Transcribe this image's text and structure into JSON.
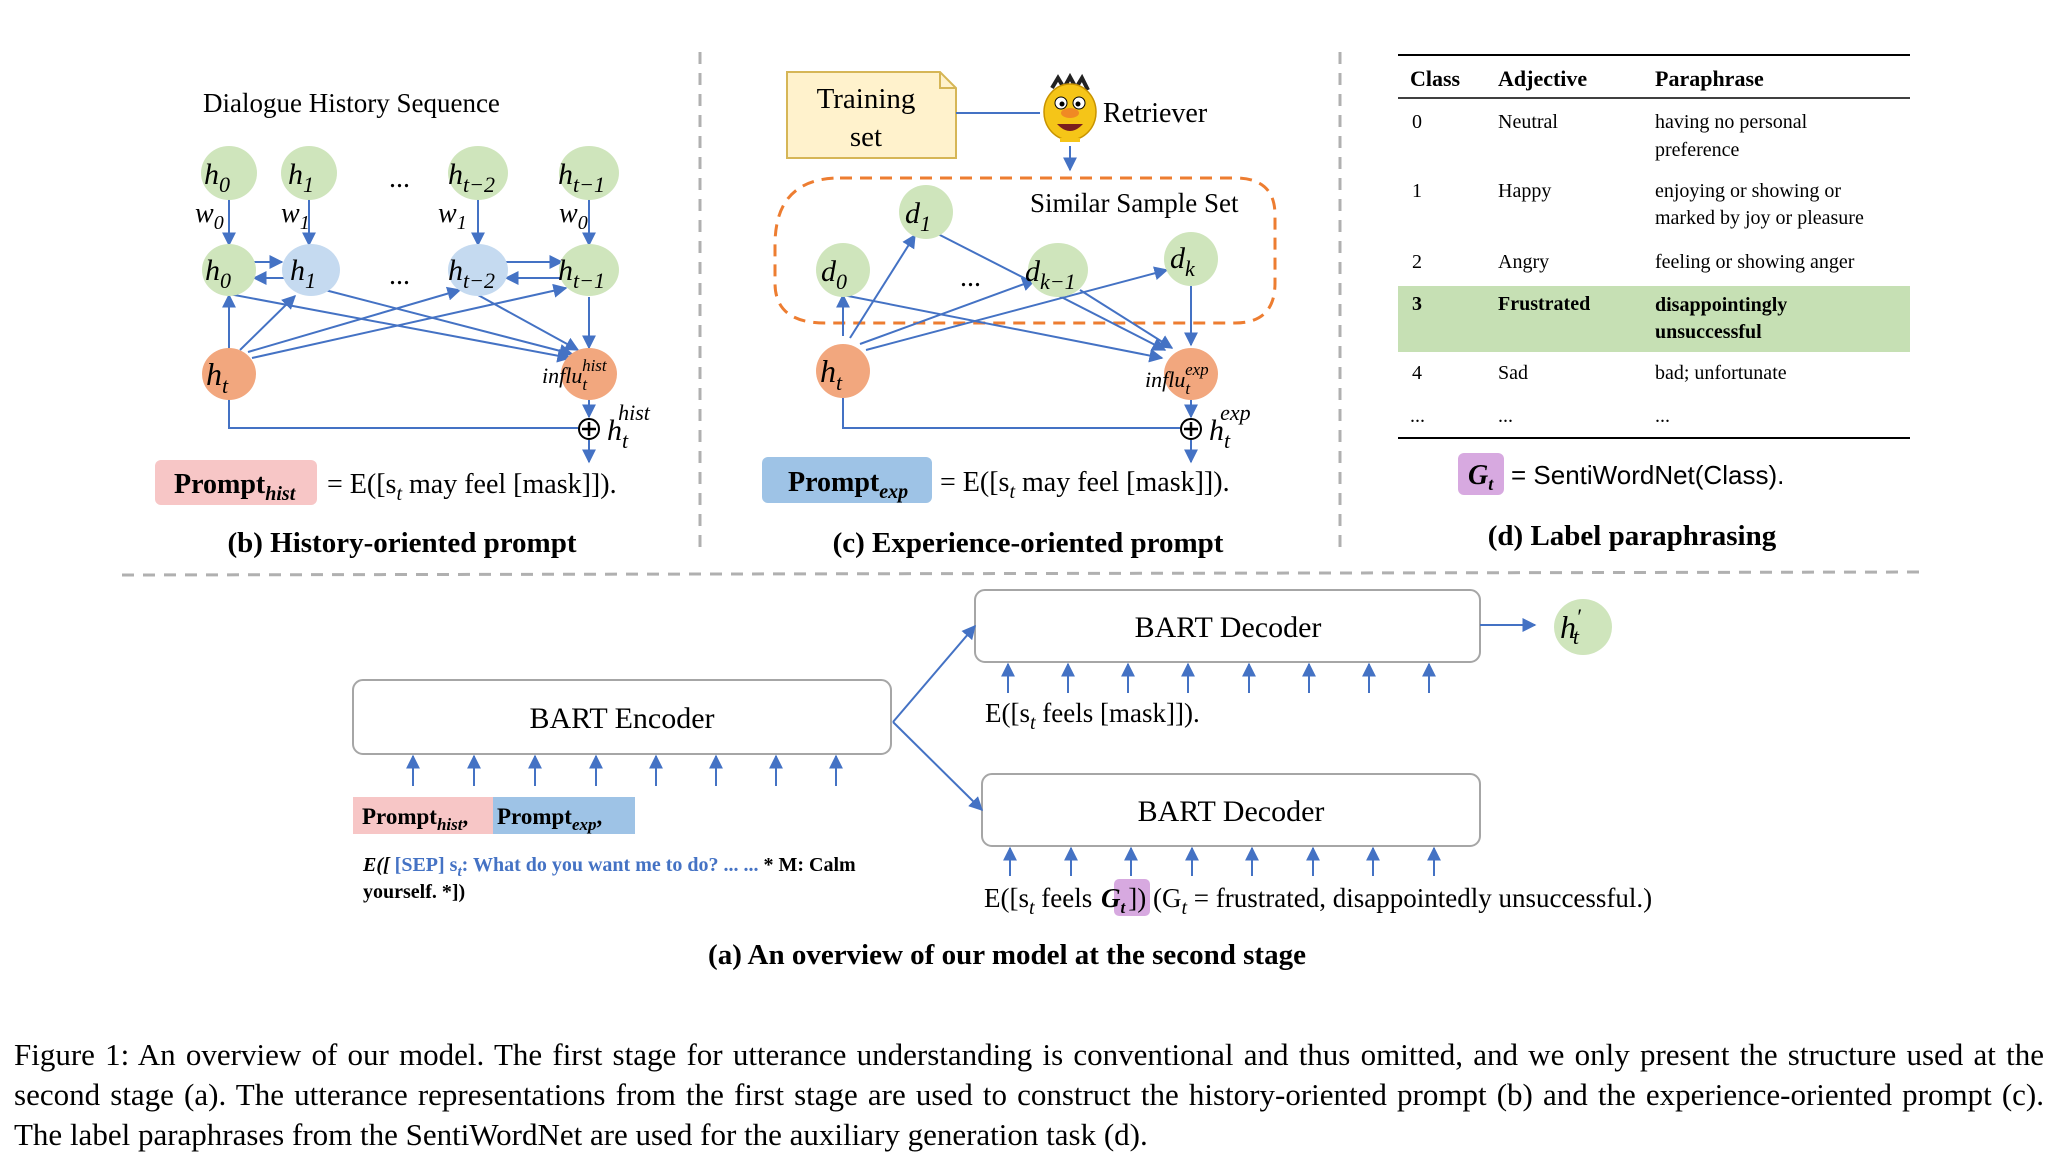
{
  "history": {
    "title": "Dialogue History Sequence",
    "top_nodes": [
      "h",
      "h",
      "h",
      "h"
    ],
    "top_subs": [
      "0",
      "1",
      "t−2",
      "t−1"
    ],
    "weights": [
      "w",
      "w",
      "w",
      "w"
    ],
    "weight_subs": [
      "0",
      "1",
      "1",
      "0"
    ],
    "mid_nodes": [
      "h",
      "h",
      "h",
      "h"
    ],
    "mid_subs": [
      "0",
      "1",
      "t−2",
      "t−1"
    ],
    "ellipsis": "...",
    "ht": "h",
    "ht_sub": "t",
    "influ": "influ",
    "influ_sub": "t",
    "influ_sup": "hist",
    "out": "h",
    "out_sub": "t",
    "out_sup": "hist",
    "prompt_label": "Prompt",
    "prompt_sub": "hist",
    "prompt_eq_a": "= E([s",
    "prompt_eq_sub": "t",
    "prompt_eq_b": " may feel [mask]]).",
    "caption": "(b) History-oriented prompt"
  },
  "experience": {
    "training_set_line1": "Training",
    "training_set_line2": "set",
    "retriever": "Retriever",
    "similar_set": "Similar Sample Set",
    "nodes": [
      "d",
      "d",
      "d",
      "d"
    ],
    "node_subs": [
      "0",
      "1",
      "k−1",
      "k"
    ],
    "ellipsis": "...",
    "ht": "h",
    "ht_sub": "t",
    "influ": "influ",
    "influ_sub": "t",
    "influ_sup": "exp",
    "out": "h",
    "out_sub": "t",
    "out_sup": "exp",
    "prompt_label": "Prompt",
    "prompt_sub": "exp",
    "prompt_eq_a": "= E([s",
    "prompt_eq_sub": "t",
    "prompt_eq_b": " may feel [mask]]).",
    "caption": "(c) Experience-oriented prompt"
  },
  "paraphrase": {
    "headers": [
      "Class",
      "Adjective",
      "Paraphrase"
    ],
    "rows": [
      {
        "cls": "0",
        "adj": "Neutral",
        "para1": "having no personal",
        "para2": "preference",
        "highlight": false
      },
      {
        "cls": "1",
        "adj": "Happy",
        "para1": "enjoying or showing or",
        "para2": "marked by joy or pleasure",
        "highlight": false
      },
      {
        "cls": "2",
        "adj": "Angry",
        "para1": "feeling or showing anger",
        "para2": "",
        "highlight": false
      },
      {
        "cls": "3",
        "adj": "Frustrated",
        "para1": "disappointingly",
        "para2": "unsuccessful",
        "highlight": true
      },
      {
        "cls": "4",
        "adj": "Sad",
        "para1": "bad; unfortunate",
        "para2": "",
        "highlight": false
      },
      {
        "cls": "...",
        "adj": "...",
        "para1": "...",
        "para2": "",
        "highlight": false
      }
    ],
    "g_label": "G",
    "g_sub": "t",
    "g_eq": "= SentiWordNet(Class).",
    "caption": "(d) Label paraphrasing"
  },
  "model": {
    "encoder": "BART Encoder",
    "decoder_top": "BART Decoder",
    "decoder_bottom": "BART Decoder",
    "output": "h",
    "output_sub": "t",
    "output_prime": "′",
    "prompt_hist": "Prompt",
    "prompt_hist_sub": "hist",
    "prompt_exp": "Prompt",
    "prompt_exp_sub": "exp",
    "comma1": ",",
    "comma2": ",",
    "input_e": "E([",
    "input_sep": " [SEP] s",
    "input_sep_sub": "t",
    "input_query": ": What do you want me to do? ... ...",
    "input_tail": " * M: Calm",
    "input_line2": "yourself. *])",
    "dec_top_a": "E([s",
    "dec_top_sub": "t",
    "dec_top_b": " feels [mask]]).",
    "dec_bot_a": "E([s",
    "dec_bot_sub": "t",
    "dec_bot_b": " feels ",
    "dec_bot_g": "G",
    "dec_bot_g_sub": "t",
    "dec_bot_c": "]) (G",
    "dec_bot_c_sub": "t",
    "dec_bot_d": " = frustrated, disappointedly unsuccessful.)",
    "caption": "(a) An overview of our model at the second stage"
  },
  "figure_caption": "Figure 1: An overview of our model. The first stage for utterance understanding is conventional and thus omitted, and we only present the structure used at the second stage (a). The utterance representations from the first stage are used to construct the history-oriented prompt (b) and the experience-oriented prompt (c). The label paraphrases from the SentiWordNet are used for the auxiliary generation task (d).",
  "colors": {
    "green_node": "#cfe5bc",
    "blue_node": "#c5daf0",
    "orange_node": "#f2a77e",
    "pink_box": "#f7c6c6",
    "blue_box": "#9ec3e6",
    "purple_box": "#d7a9e0",
    "arrow": "#4472c4",
    "dashed_orange": "#ed7d31",
    "training_fill": "#fff2cc",
    "training_stroke": "#d6b656",
    "row_highlight": "#c6e0b4",
    "sep_blue": "#4472c4"
  }
}
